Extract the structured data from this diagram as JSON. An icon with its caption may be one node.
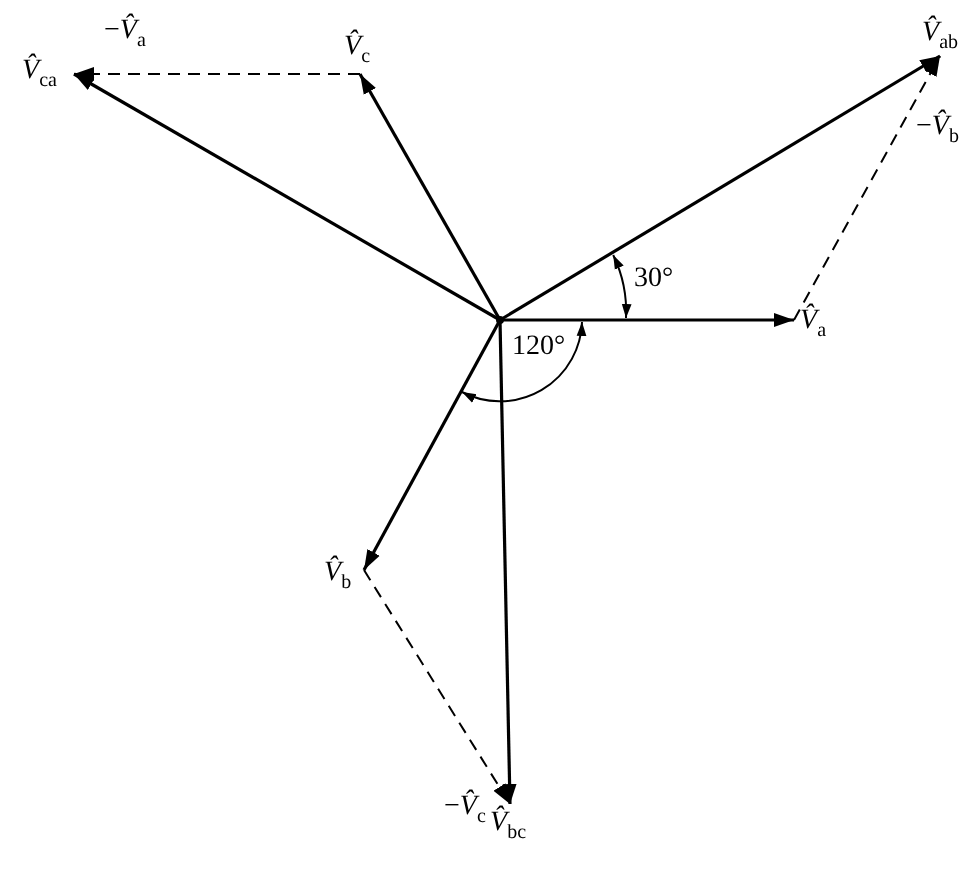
{
  "diagram": {
    "nodes": [
      {
        "text": [],
        "shape": "point"
      },
      {
        "text": [
          "*V̂*$_{a}$"
        ]
      },
      {
        "text": [
          "*V̂*$_{ab}$"
        ]
      },
      {
        "text": [
          "*V̂*$_{c}$"
        ]
      },
      {
        "text": [
          "*V̂*$_{ca}$"
        ]
      },
      {
        "text": [
          "*V̂*$_{b}$"
        ]
      },
      {
        "text": [
          "*V̂*$_{bc}$"
        ]
      }
    ],
    "edges": [
      {
        "from": 0,
        "to": 1,
        "arrow": "to"
      },
      {
        "from": 0,
        "to": 2,
        "arrow": "to"
      },
      {
        "from": 0,
        "to": 3,
        "arrow": "to"
      },
      {
        "from": 0,
        "to": 4,
        "arrow": "to"
      },
      {
        "from": 0,
        "to": 5,
        "arrow": "to"
      },
      {
        "from": 0,
        "to": 6,
        "arrow": "to"
      },
      {
        "from": 3,
        "to": 4,
        "arrow": "to",
        "style": "dashed",
        "label": "−*V̂*$_{a}$"
      },
      {
        "from": 1,
        "to": 2,
        "arrow": "to",
        "style": "dashed",
        "label": "−*V̂*$_{b}$"
      },
      {
        "from": 5,
        "to": 6,
        "arrow": "to",
        "style": "dashed",
        "label": "−*V̂*$_{c}$"
      }
    ],
    "labels": [
      "30°",
      "120°"
    ]
  }
}
